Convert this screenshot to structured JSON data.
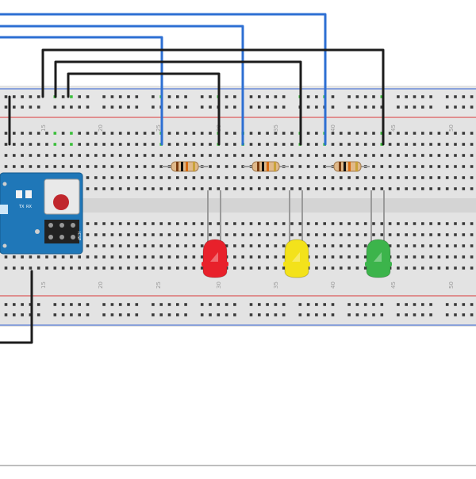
{
  "breadboard": {
    "column_numbers_top": [
      "15",
      "20",
      "25",
      "30",
      "35",
      "40",
      "45",
      "50"
    ],
    "column_numbers_bottom": [
      "15",
      "20",
      "25",
      "30",
      "35",
      "40",
      "45",
      "50"
    ]
  },
  "microcontroller": {
    "pin_labels": [
      "TX",
      "RX"
    ],
    "board_label": "ICSP"
  },
  "leds": [
    {
      "name": "red",
      "color": "#e8212b"
    },
    {
      "name": "yellow",
      "color": "#f3e21b"
    },
    {
      "name": "green",
      "color": "#3cb44b"
    }
  ],
  "colors": {
    "breadboard": "#e3e3e3",
    "power_rail_blue": "#2f5fd0",
    "power_rail_red": "#d9383a",
    "wire_blue": "#2d6fd3",
    "wire_black": "#1c1c1c",
    "hole_active": "#3bbf3b",
    "mcu_board": "#1f77b8"
  }
}
